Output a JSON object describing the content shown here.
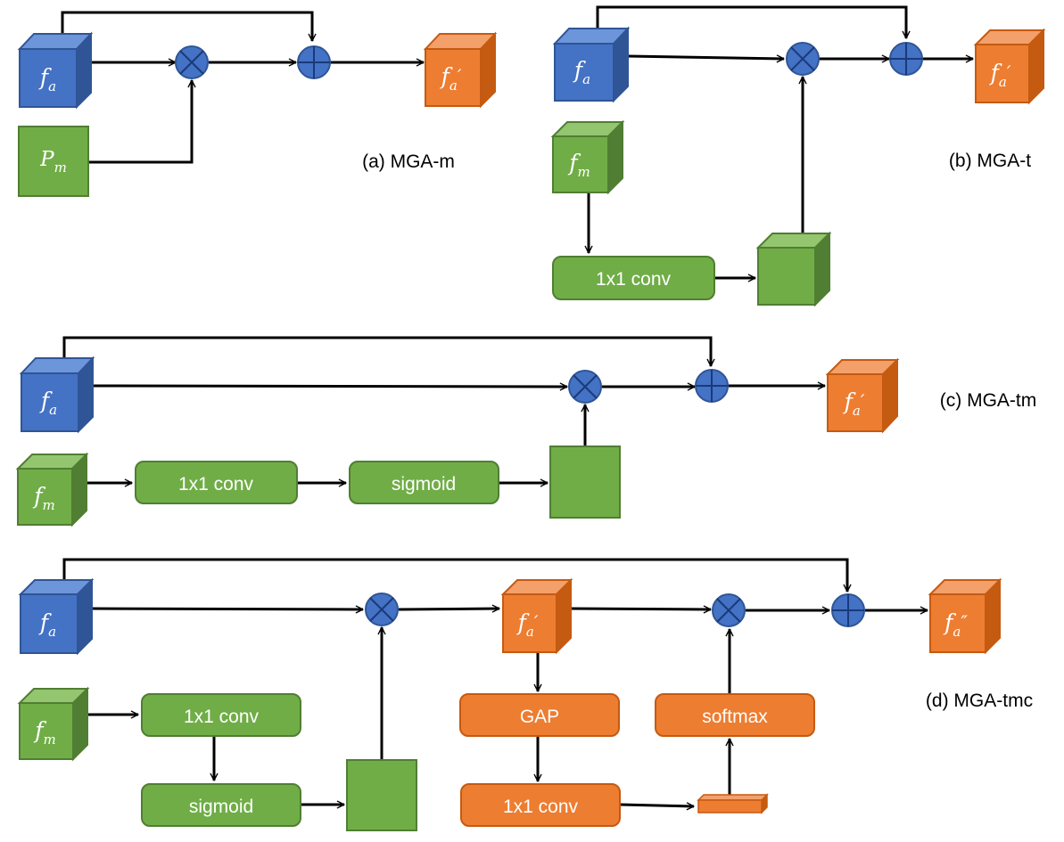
{
  "colors": {
    "blue": "#4472C4",
    "blue_dark": "#2F5597",
    "blue_light": "#6C95DA",
    "green": "#70AD47",
    "green_dark": "#507E32",
    "green_light": "#93C66F",
    "orange": "#ED7D31",
    "orange_dark": "#C55A11",
    "orange_light": "#F3A06A",
    "op_fill": "#4472C4",
    "wire": "#000000"
  },
  "symbols": {
    "multiply": "multiply-op-icon",
    "add": "add-op-icon"
  },
  "labels": {
    "f_a": "f",
    "f_a_sub": "a",
    "f_a_prime": "f",
    "f_a_prime_sub": "a",
    "f_a_prime_mark": "′",
    "f_a_dprime": "f",
    "f_a_dprime_sub": "a",
    "f_a_dprime_mark": "″",
    "f_m": "f",
    "f_m_sub": "m",
    "p_m": "P",
    "p_m_sub": "m"
  },
  "panels": {
    "a": {
      "caption": "(a) MGA-m"
    },
    "b": {
      "caption": "(b) MGA-t",
      "conv": "1x1 conv"
    },
    "c": {
      "caption": "(c) MGA-tm",
      "conv": "1x1 conv",
      "sigmoid": "sigmoid"
    },
    "d": {
      "caption": "(d) MGA-tmc",
      "conv": "1x1 conv",
      "sigmoid": "sigmoid",
      "gap": "GAP",
      "gap_conv": "1x1 conv",
      "softmax": "softmax"
    }
  }
}
